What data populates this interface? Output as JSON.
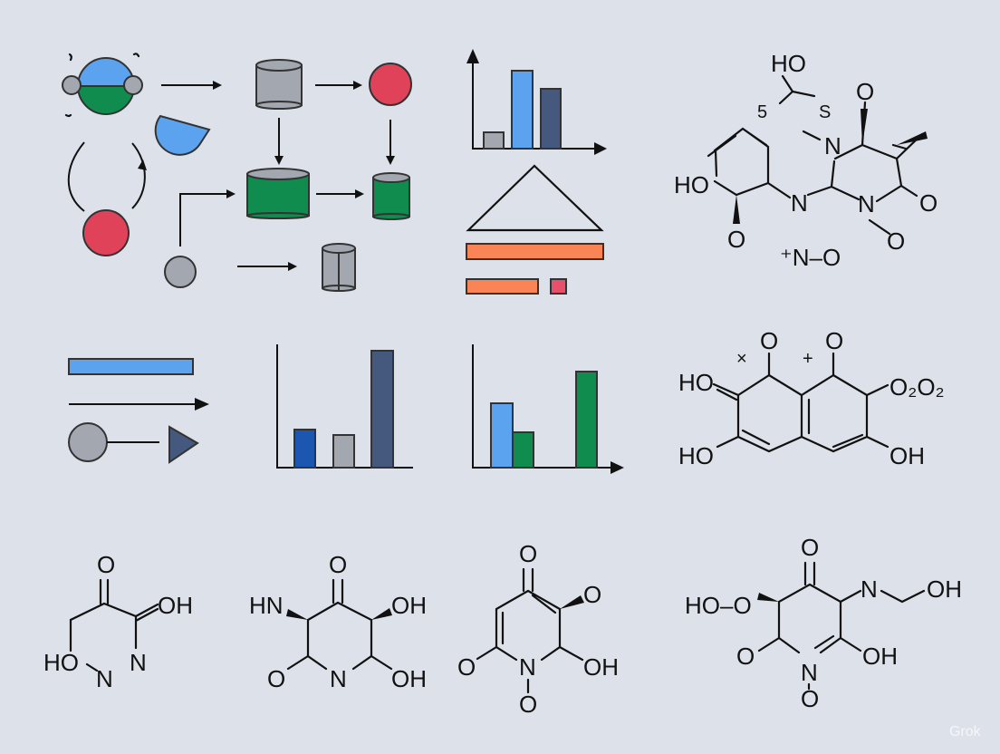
{
  "colors": {
    "background": "#dde2ea",
    "blue": "#5ba3ef",
    "green": "#0f8c4e",
    "red": "#e04359",
    "gray": "#a2a7b0",
    "navy": "#45587e",
    "royal_blue": "#1b57b0",
    "orange": "#f98455",
    "pink": "#e8506a"
  },
  "molecule_1": {
    "ho_top": "HO",
    "num_5": "5",
    "s": "S",
    "o_top": "O",
    "n_methyl": "N",
    "ho_left": "HO",
    "n_mid": "N",
    "n_ring": "N",
    "o_right": "O",
    "o_bottom_left": "O",
    "o_bottom_right": "O",
    "nitroso": "⁺N–O"
  },
  "molecule_2": {
    "o_top_left": "O",
    "o_top_right": "O",
    "mark_x": "×",
    "mark_plus": "+",
    "ho_left": "HO",
    "o2o2": "O₂O₂",
    "ho_bottom": "HO",
    "oh_bottom": "OH"
  },
  "molecule_3": {
    "o_top": "O",
    "oh": "OH",
    "n": "N",
    "ho": "HO",
    "n_bottom": "N"
  },
  "molecule_4": {
    "o_top": "O",
    "hn": "HN",
    "oh_right": "OH",
    "o_left": "O",
    "n": "N",
    "oh_bottom": "OH"
  },
  "molecule_5": {
    "o_top": "O",
    "o_right": "O",
    "o_left": "O",
    "n": "N",
    "oh": "OH",
    "o_bottom": "O"
  },
  "molecule_6": {
    "o_top": "O",
    "n_amine": "N",
    "oh_chain": "OH",
    "ho_o": "HO–O",
    "o_left": "O",
    "n_ring": "N",
    "oh_ring": "OH",
    "o_bottom": "O"
  },
  "watermark": "Grok"
}
